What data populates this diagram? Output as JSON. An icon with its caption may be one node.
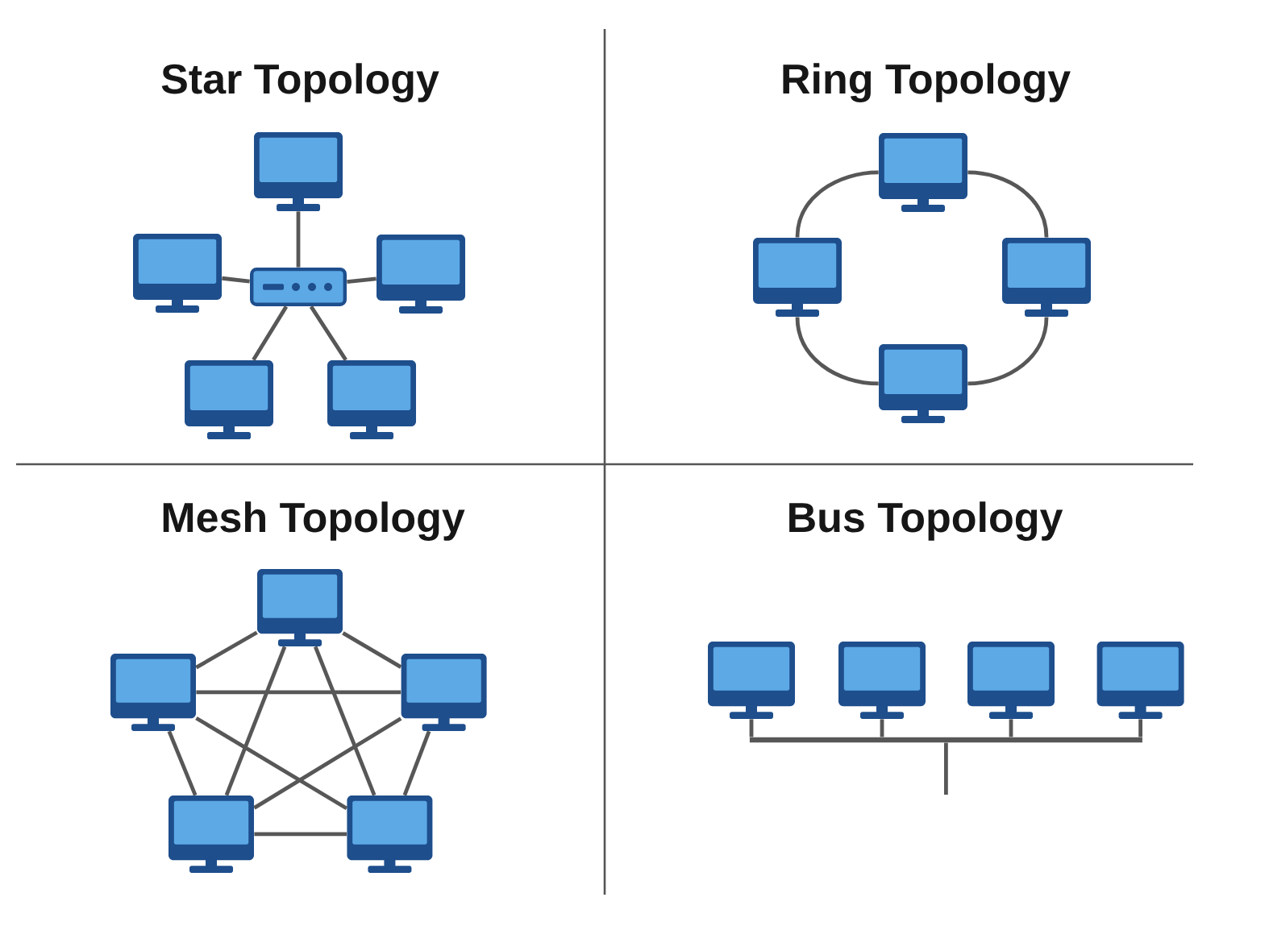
{
  "diagram": {
    "nodes": [
      {
        "text": [],
        "shape": "monitor"
      },
      {
        "text": [],
        "shape": "monitor"
      },
      {
        "text": [],
        "shape": "switch"
      },
      {
        "text": [],
        "shape": "monitor"
      },
      {
        "text": [],
        "shape": "monitor"
      },
      {
        "text": [],
        "shape": "monitor"
      },
      {
        "text": [],
        "shape": "monitor"
      },
      {
        "text": [],
        "shape": "monitor"
      },
      {
        "text": [],
        "shape": "monitor"
      },
      {
        "text": [],
        "shape": "monitor"
      },
      {
        "text": [],
        "shape": "monitor"
      },
      {
        "text": [],
        "shape": "monitor"
      },
      {
        "text": [],
        "shape": "monitor"
      },
      {
        "text": [],
        "shape": "monitor"
      },
      {
        "text": [],
        "shape": "monitor"
      },
      {
        "text": [],
        "shape": "monitor"
      },
      {
        "text": [],
        "shape": "monitor"
      },
      {
        "text": [],
        "shape": "monitor"
      },
      {
        "text": [],
        "shape": "monitor"
      },
      {
        "text": [],
        "shape": "bar"
      }
    ],
    "edges": [
      {
        "from": 2,
        "to": 0,
        "arrow": "none"
      },
      {
        "from": 2,
        "to": 1,
        "arrow": "none"
      },
      {
        "from": 2,
        "to": 3,
        "arrow": "none"
      },
      {
        "from": 2,
        "to": 4,
        "arrow": "none"
      },
      {
        "from": 2,
        "to": 5,
        "arrow": "none"
      },
      {
        "from": 6,
        "to": 8,
        "arrow": "none"
      },
      {
        "from": 8,
        "to": 9,
        "arrow": "none"
      },
      {
        "from": 9,
        "to": 7,
        "arrow": "none"
      },
      {
        "from": 7,
        "to": 6,
        "arrow": "none"
      },
      {
        "from": 10,
        "to": 11,
        "arrow": "none"
      },
      {
        "from": 10,
        "to": 12,
        "arrow": "none"
      },
      {
        "from": 10,
        "to": 13,
        "arrow": "none"
      },
      {
        "from": 10,
        "to": 14,
        "arrow": "none"
      },
      {
        "from": 11,
        "to": 12,
        "arrow": "none"
      },
      {
        "from": 11,
        "to": 13,
        "arrow": "none"
      },
      {
        "from": 11,
        "to": 14,
        "arrow": "none"
      },
      {
        "from": 12,
        "to": 13,
        "arrow": "none"
      },
      {
        "from": 12,
        "to": 14,
        "arrow": "none"
      },
      {
        "from": 13,
        "to": 14,
        "arrow": "none"
      },
      {
        "from": 15,
        "to": 19,
        "arrow": "none"
      },
      {
        "from": 16,
        "to": 19,
        "arrow": "none"
      },
      {
        "from": 17,
        "to": 19,
        "arrow": "none"
      },
      {
        "from": 18,
        "to": 19,
        "arrow": "none"
      },
      {
        "from": 19,
        "to": null,
        "arrow": "none"
      }
    ],
    "labels": [
      "Star Topology",
      "Ring Topology",
      "Mesh Topology",
      "Bus Topology"
    ]
  }
}
